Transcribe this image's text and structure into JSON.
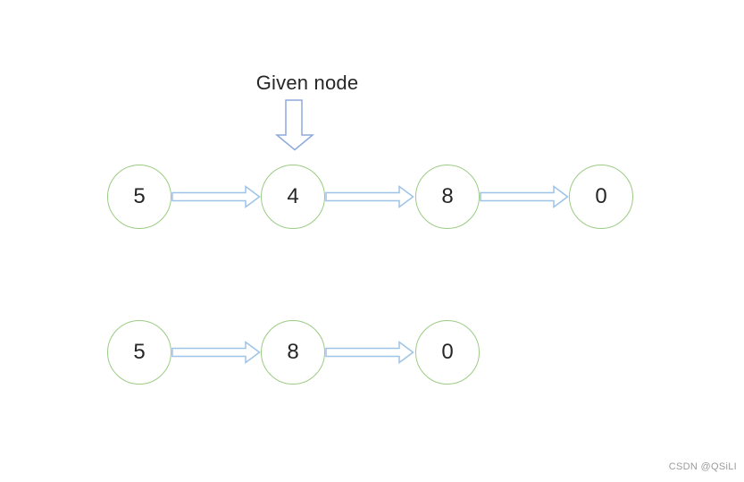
{
  "annotation": {
    "label": "Given node"
  },
  "lists": [
    {
      "name": "original-list",
      "nodes": [
        "5",
        "4",
        "8",
        "0"
      ]
    },
    {
      "name": "list-after-deletion",
      "nodes": [
        "5",
        "8",
        "0"
      ]
    }
  ],
  "watermark": "CSDN @QSiLI",
  "colors": {
    "background": "#ffffff",
    "node_border": "#9ccb84",
    "node_fill": "#ffffff",
    "node_text": "#262626",
    "link_arrow_stroke": "#9dc3e6",
    "annotation_arrow_stroke": "#8faadc",
    "annotation_text": "#262626",
    "watermark_text": "#9b9b9b"
  }
}
